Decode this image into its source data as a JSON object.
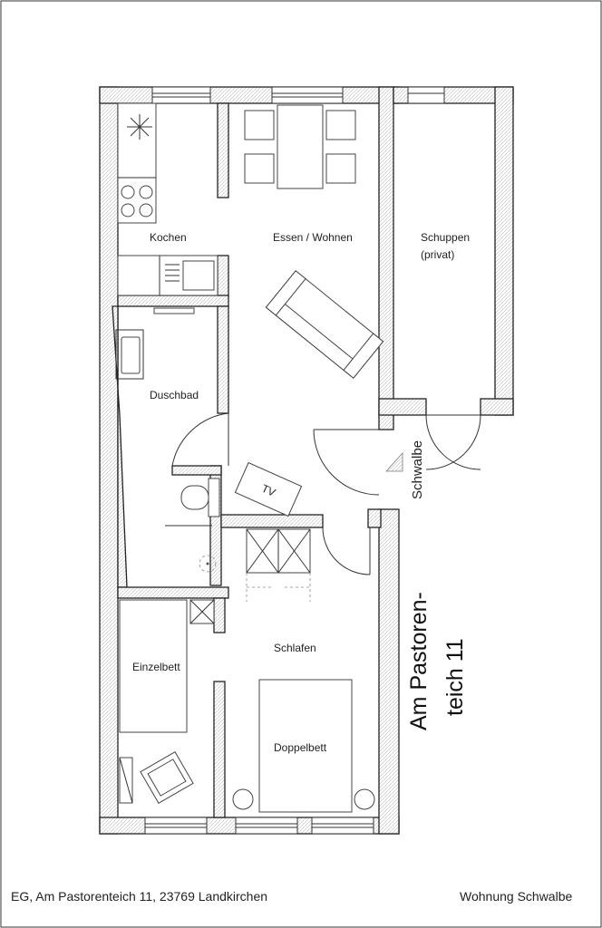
{
  "rooms": {
    "kochen": "Kochen",
    "essen_wohnen": "Essen / Wohnen",
    "schuppen_line1": "Schuppen",
    "schuppen_line2": "(privat)",
    "duschbad": "Duschbad",
    "schlafen": "Schlafen",
    "einzelbett": "Einzelbett",
    "doppelbett": "Doppelbett"
  },
  "furniture": {
    "tv": "TV"
  },
  "entrance": {
    "schwalbe": "Schwalbe"
  },
  "street": {
    "line1": "Am Pastoren-",
    "line2": "teich 11"
  },
  "footer": {
    "address": "EG, Am Pastorenteich 11, 23769 Landkirchen",
    "apartment": "Wohnung Schwalbe"
  }
}
